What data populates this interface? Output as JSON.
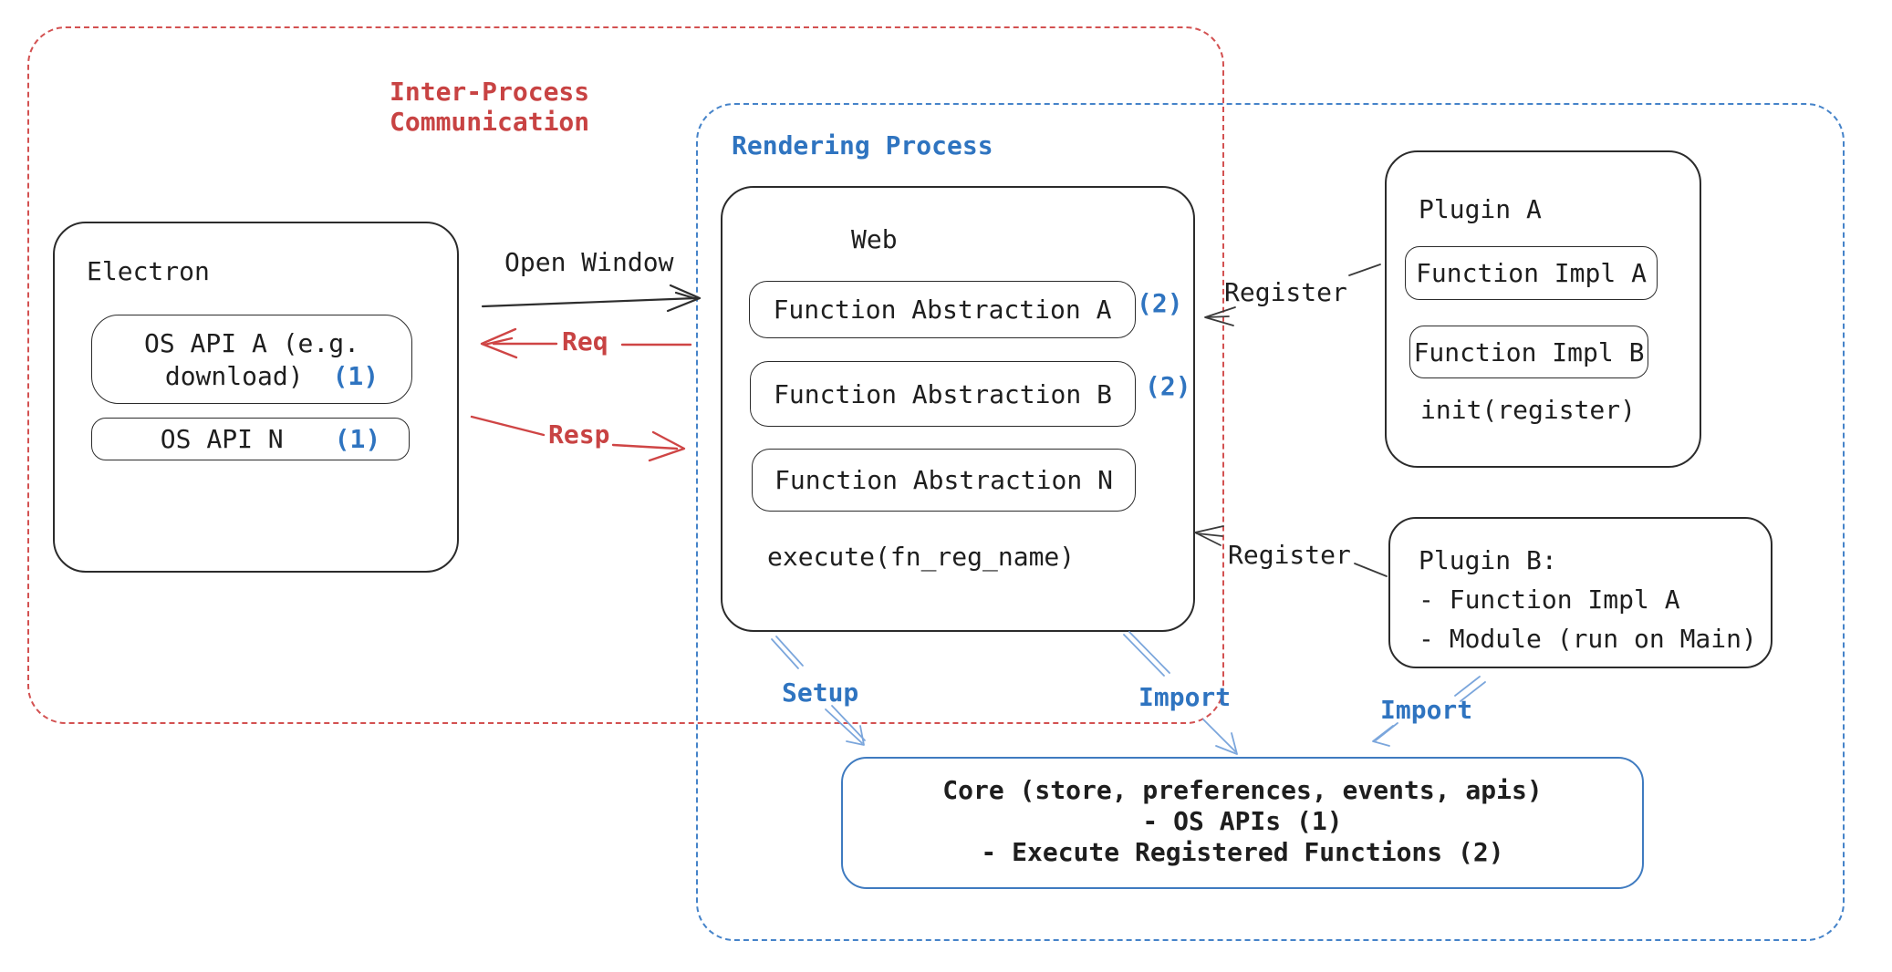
{
  "colors": {
    "red_text": "#c84343",
    "red_dash": "#d35151",
    "red_arrow": "#cf4545",
    "blue_text": "#2f74c0",
    "blue_dash": "#4583c9",
    "blue_arrow": "#7ba6dc",
    "black_text": "#1e1e1e",
    "box_border": "#2b2b2b",
    "background": "#ffffff"
  },
  "ipc": {
    "title_line1": "Inter-Process",
    "title_line2": "Communication"
  },
  "rendering": {
    "title": "Rendering Process"
  },
  "electron": {
    "title": "Electron",
    "api_a_line1": "OS API A (e.g.",
    "api_a_line2": "download)",
    "api_a_badge": "(1)",
    "api_n_label": "OS API N",
    "api_n_badge": "(1)"
  },
  "web": {
    "title": "Web",
    "fa_a": "Function Abstraction A",
    "fa_a_badge": "(2)",
    "fa_b": "Function Abstraction B",
    "fa_b_badge": "(2)",
    "fa_n": "Function Abstraction N",
    "execute": "execute(fn_reg_name)"
  },
  "plugin_a": {
    "title": "Plugin A",
    "impl_a": "Function Impl A",
    "impl_b": "Function Impl B",
    "init": "init(register)"
  },
  "plugin_b": {
    "line1": "Plugin B:",
    "line2": "- Function Impl A",
    "line3": "- Module (run on Main)"
  },
  "core": {
    "line1": "Core (store, preferences, events, apis)",
    "line2": "- OS APIs (1)",
    "line3": "- Execute Registered Functions (2)"
  },
  "arrows": {
    "open_window": "Open Window",
    "req": "Req",
    "resp": "Resp",
    "register_top": "Register",
    "register_bottom": "Register",
    "setup": "Setup",
    "import_left": "Import",
    "import_right": "Import"
  }
}
